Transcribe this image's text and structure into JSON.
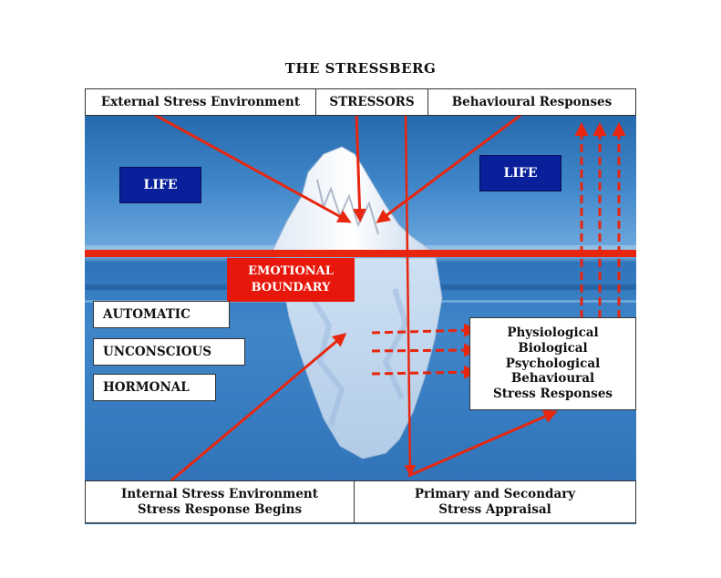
{
  "title": "THE STRESSBERG",
  "top_boxes": {
    "external": "External Stress Environment",
    "stressors": "STRESSORS",
    "behavioural": "Behavioural Responses"
  },
  "life_left": "LIFE",
  "life_right": "LIFE",
  "emotional_boundary": [
    "EMOTIONAL",
    "BOUNDARY"
  ],
  "left_labels": [
    "AUTOMATIC",
    "UNCONSCIOUS",
    "HORMONAL"
  ],
  "responses": [
    "Physiological",
    "Biological",
    "Psychological",
    "Behavioural",
    "Stress Responses"
  ],
  "bottom_left": [
    "Internal Stress Environment",
    "Stress Response Begins"
  ],
  "bottom_right": [
    "Primary and Secondary",
    "Stress Appraisal"
  ],
  "colors": {
    "arrow": "#e8260f",
    "sea_dark": "#1d5fa3",
    "life_box": "#0a1f9a",
    "boundary": "#e8170c"
  }
}
